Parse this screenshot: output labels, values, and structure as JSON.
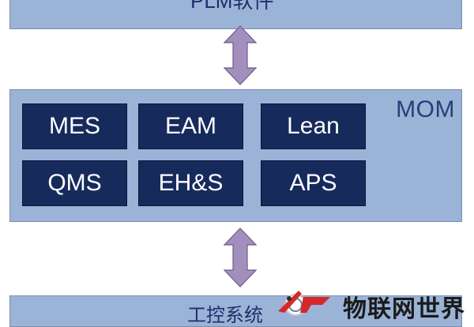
{
  "top_layer": {
    "label": "PLM软件"
  },
  "mom_layer": {
    "label": "MOM",
    "modules": [
      "MES",
      "EAM",
      "Lean",
      "QMS",
      "EH&S",
      "APS"
    ]
  },
  "bottom_layer": {
    "label": "工控系统"
  },
  "watermark": {
    "text": "物联网世界"
  },
  "colors": {
    "layer_fill": "#9bb3d7",
    "module_fill": "#172a5c",
    "arrow_fill": "#a38fbe"
  },
  "icons": [
    "double-arrow-icon",
    "watermark-logo-icon"
  ]
}
